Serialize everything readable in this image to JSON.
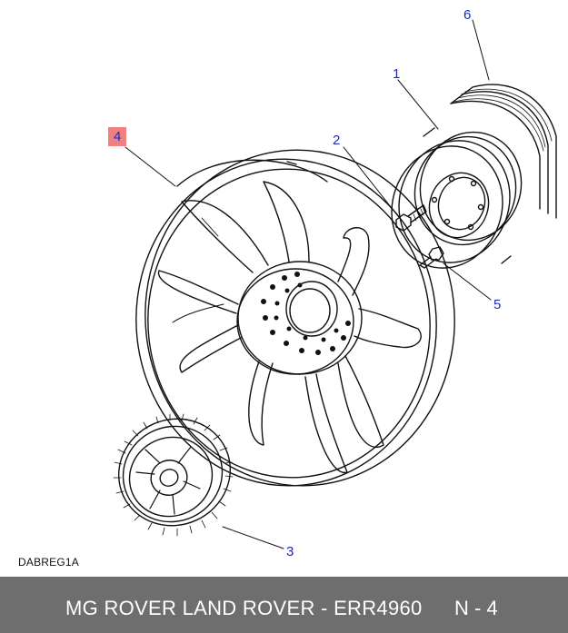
{
  "diagram": {
    "callouts": [
      {
        "id": "1",
        "label": "1"
      },
      {
        "id": "2",
        "label": "2"
      },
      {
        "id": "3",
        "label": "3"
      },
      {
        "id": "4",
        "label": "4",
        "highlighted": true
      },
      {
        "id": "5",
        "label": "5"
      },
      {
        "id": "6",
        "label": "6"
      }
    ],
    "ref_code": "DABREG1A",
    "colors": {
      "callout_text": "#1a2bb8",
      "highlight": "#f08080",
      "footer_bg": "#6e6e6e"
    }
  },
  "footer": {
    "title": "MG ROVER LAND ROVER - ERR4960",
    "page": "N - 4"
  }
}
